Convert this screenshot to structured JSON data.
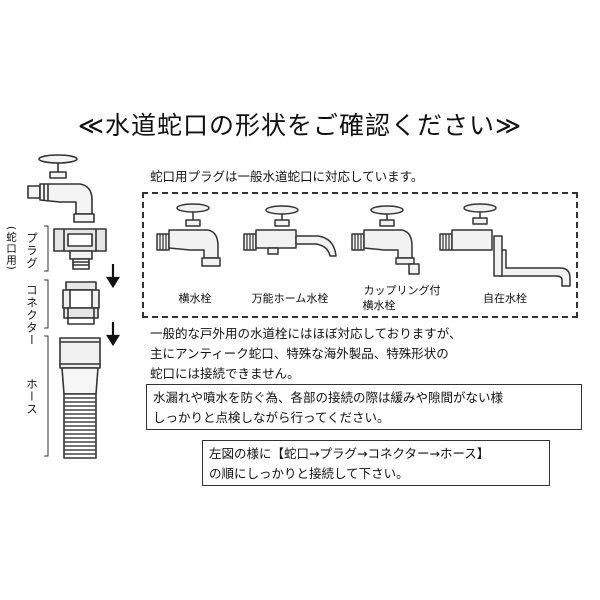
{
  "title": "≪水道蛇口の形状をご確認ください≫",
  "side_labels": {
    "plug": "プラグ",
    "plug_note": "(蛇口用)",
    "connector": "コネクター",
    "hose": "ホース"
  },
  "intro": "蛇口用プラグは一般水道蛇口に対応しています。",
  "faucets": [
    {
      "label": "横水栓",
      "icon": "horizontal-faucet-icon"
    },
    {
      "label": "万能ホーム水栓",
      "icon": "universal-home-faucet-icon"
    },
    {
      "label_line1": "カップリング付",
      "label_line2": "横水栓",
      "icon": "coupling-faucet-icon"
    },
    {
      "label": "自在水栓",
      "icon": "swivel-faucet-icon"
    }
  ],
  "notice_lines": [
    "一般的な戸外用の水道栓にはほぼ対応しておりますが、",
    "主にアンティーク蛇口、特殊な海外製品、特殊形状の",
    "蛇口には接続できません。"
  ],
  "caution_lines": [
    "水漏れや噴水を防ぐ為、各部の接続の際は緩みや隙間がない様",
    "しっかりと点検しながら行ってください。"
  ],
  "order_lines": [
    "左図の様に【蛇口→プラグ→コネクター→ホース】",
    "の順にしっかりと接続して下さい。"
  ]
}
